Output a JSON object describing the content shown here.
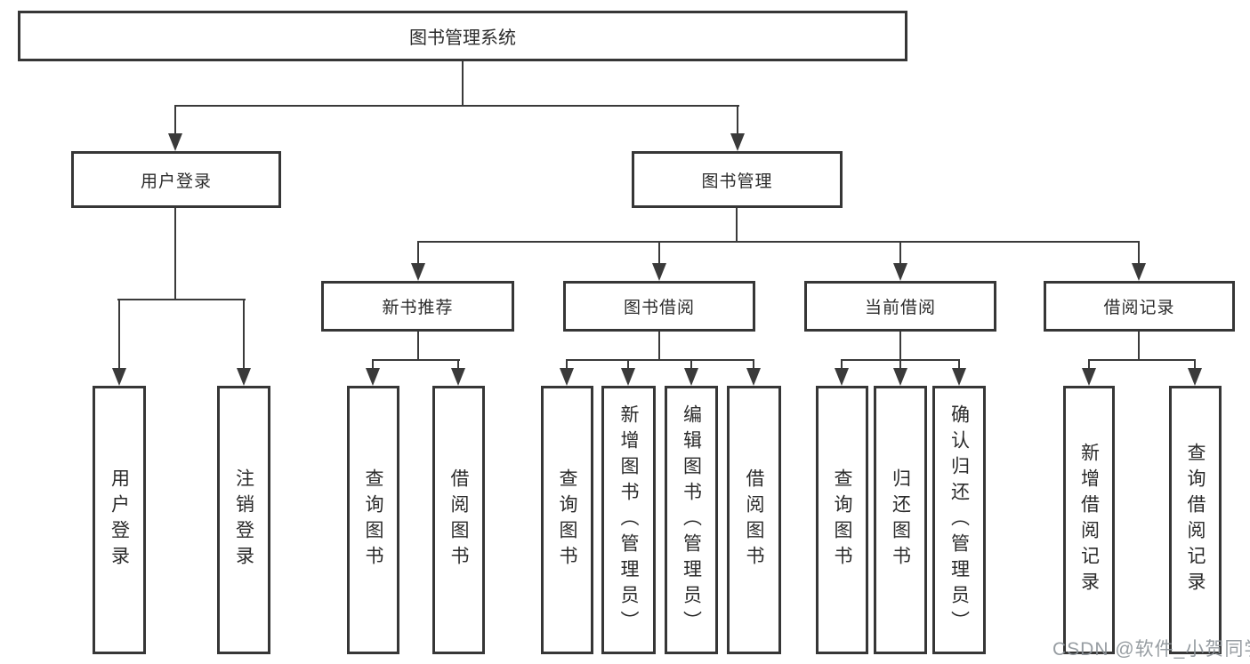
{
  "diagram_title": "图书管理系统",
  "watermark": "CSDN @软件_小贺同学",
  "colors": {
    "background": "#ffffff",
    "border": "#363636",
    "line": "#3a3a3a",
    "text": "#2b2b2b",
    "watermark_text": "#8c9298"
  },
  "tree": {
    "root": {
      "label": "图书管理系统"
    },
    "branches": [
      {
        "label": "用户登录",
        "leaves": [
          "用户登录",
          "注销登录"
        ]
      },
      {
        "label": "图书管理",
        "groups": [
          {
            "label": "新书推荐",
            "leaves": [
              "查询图书",
              "借阅图书"
            ]
          },
          {
            "label": "图书借阅",
            "leaves": [
              "查询图书",
              "新增图书（管理员）",
              "编辑图书（管理员）",
              "借阅图书"
            ]
          },
          {
            "label": "当前借阅",
            "leaves": [
              "查询图书",
              "归还图书",
              "确认归还（管理员）"
            ]
          },
          {
            "label": "借阅记录",
            "leaves": [
              "新增借阅记录",
              "查询借阅记录"
            ]
          }
        ]
      }
    ]
  }
}
